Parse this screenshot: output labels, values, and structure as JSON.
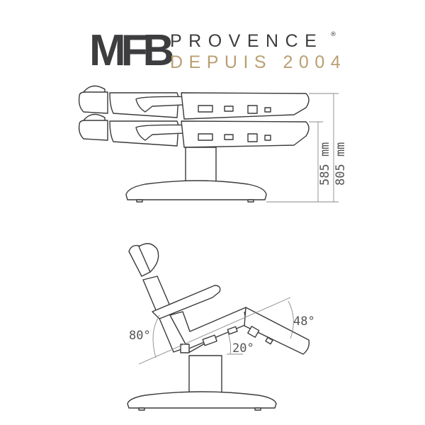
{
  "logo": {
    "mark": "MFB",
    "name": "PROVENCE",
    "registered": "®",
    "tagline": "DEPUIS 2004"
  },
  "dimensions": {
    "min_height": "585 mm",
    "max_height": "805 mm"
  },
  "angles": {
    "backrest": "80°",
    "seat": "20°",
    "legrest": "48°"
  },
  "colors": {
    "logo_dark": "#3d3d3f",
    "logo_gold": "#b99f73",
    "line": "#3a3a3a"
  }
}
